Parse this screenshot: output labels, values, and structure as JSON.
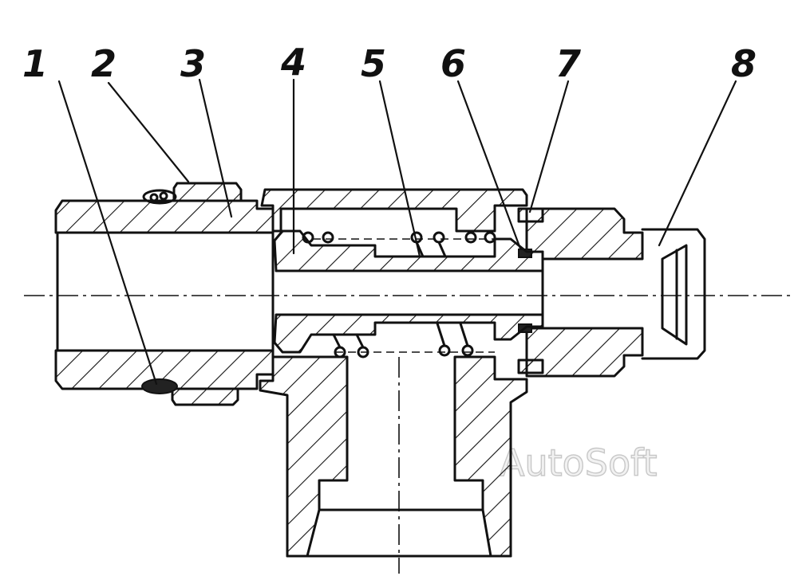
{
  "callouts": [
    "1",
    "2",
    "3",
    "4",
    "5",
    "6",
    "7",
    "8"
  ],
  "watermark": "AutoSoft",
  "colors": {
    "ink": "#111111",
    "background": "#ffffff",
    "watermark": "#c8c8c8"
  }
}
